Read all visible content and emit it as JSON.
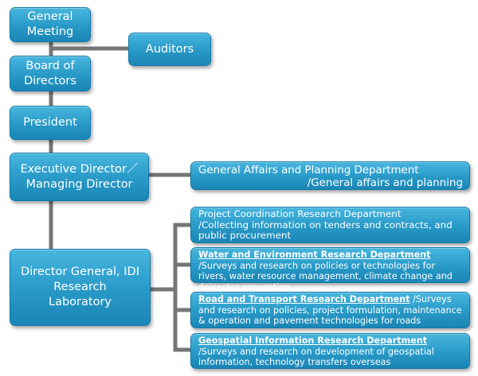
{
  "org_chart": {
    "general_meeting": "General Meeting",
    "auditors": "Auditors",
    "board": "Board of Directors",
    "president": "President",
    "executive_director": "Executive Director／Managing Director",
    "director_general": "Director General, IDI Research Laboratory",
    "general_affairs": {
      "name": "General Affairs and Planning Department",
      "role": "/General affairs and planning"
    },
    "departments": [
      {
        "name": "Project Coordination Research Department",
        "description": "/Collecting information on tenders and contracts, and public procurement"
      },
      {
        "name": "Water and Environment Research Department",
        "description": "/Surveys and research on policies or technologies for rivers, water resource management, climate change and daisaster prevention"
      },
      {
        "name": "Road and Transport Research Department",
        "description": "/Surveys and research on policies, project formulation, maintenance & operation and pavement technologies for roads"
      },
      {
        "name": "Geospatial Information Research Department",
        "description": "/Surveys and research on development of geospatial information, technology transfers overseas"
      }
    ]
  }
}
